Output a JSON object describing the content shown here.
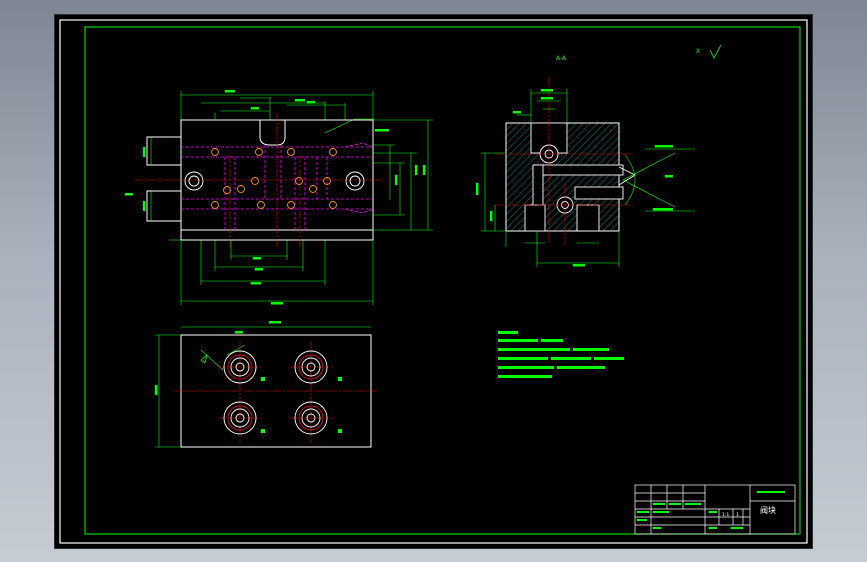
{
  "colors": {
    "background": "#000000",
    "outline": "#ffffff",
    "frame": "#00ff00",
    "dimension": "#00ff00",
    "center_line": "#ff0000",
    "hidden_line": "#ff00ff",
    "hatch": "#00a0a0",
    "note_text": "#00ff00"
  },
  "views": {
    "section_label": "A-A",
    "scale_label": "X",
    "detail_label": "A"
  },
  "title_block": {
    "drawing_name": "阀块",
    "scale": "1:1",
    "sheet": "1"
  },
  "icons": [
    "roughness-symbol-icon",
    "section-arrow-icon"
  ]
}
